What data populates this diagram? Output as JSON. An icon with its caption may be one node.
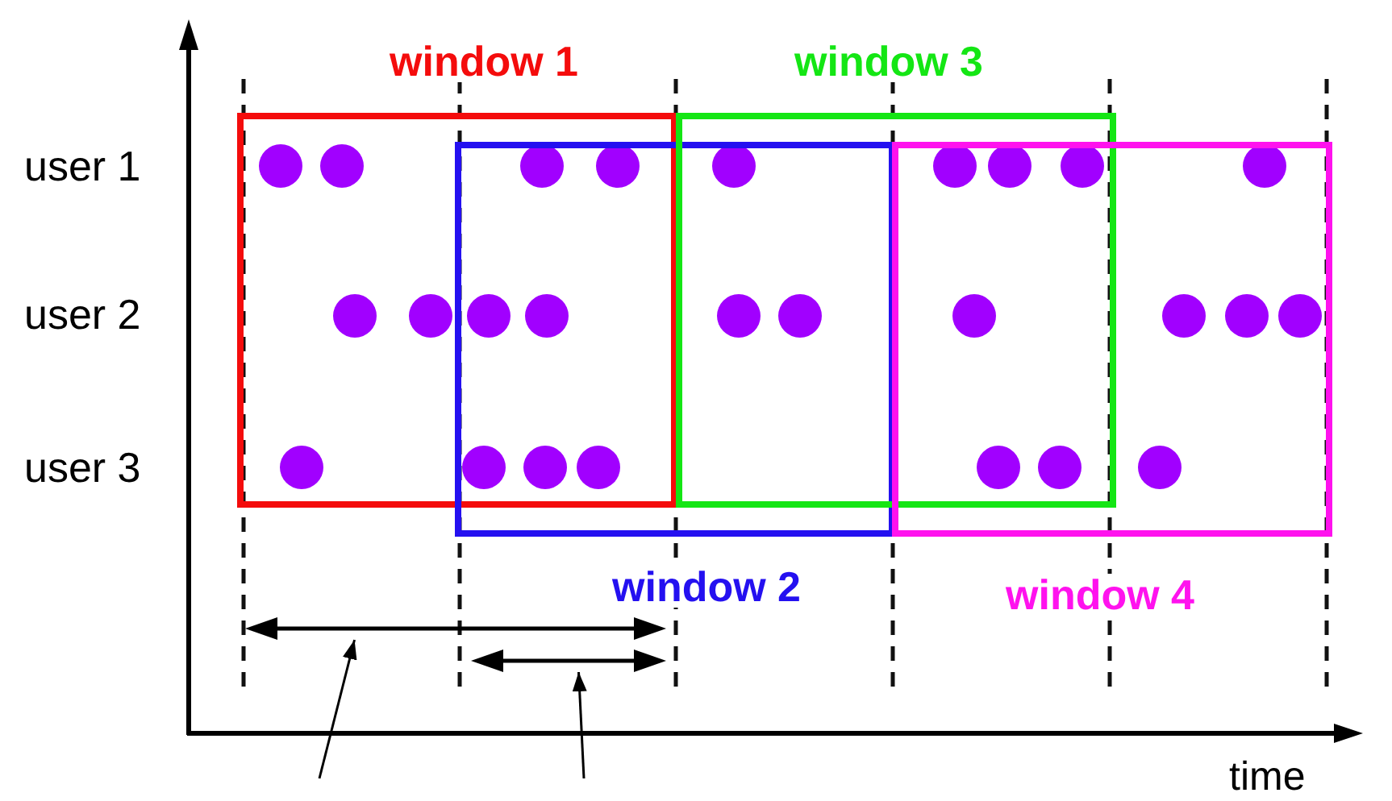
{
  "diagram": {
    "nodes": [
      {
        "text": [
          "window 1"
        ]
      },
      {
        "text": [
          "window 2"
        ]
      },
      {
        "text": [
          "window 3"
        ]
      },
      {
        "text": [
          "window 4"
        ]
      },
      {
        "text": [],
        "shape": "arrow"
      },
      {
        "text": [],
        "shape": "arrow"
      }
    ],
    "edges": [
      {
        "from": null,
        "to": 4,
        "arrow": "to"
      },
      {
        "from": null,
        "to": 5,
        "arrow": "to"
      }
    ],
    "labels": [
      "user 1",
      "user 2",
      "user 3",
      "time"
    ]
  }
}
